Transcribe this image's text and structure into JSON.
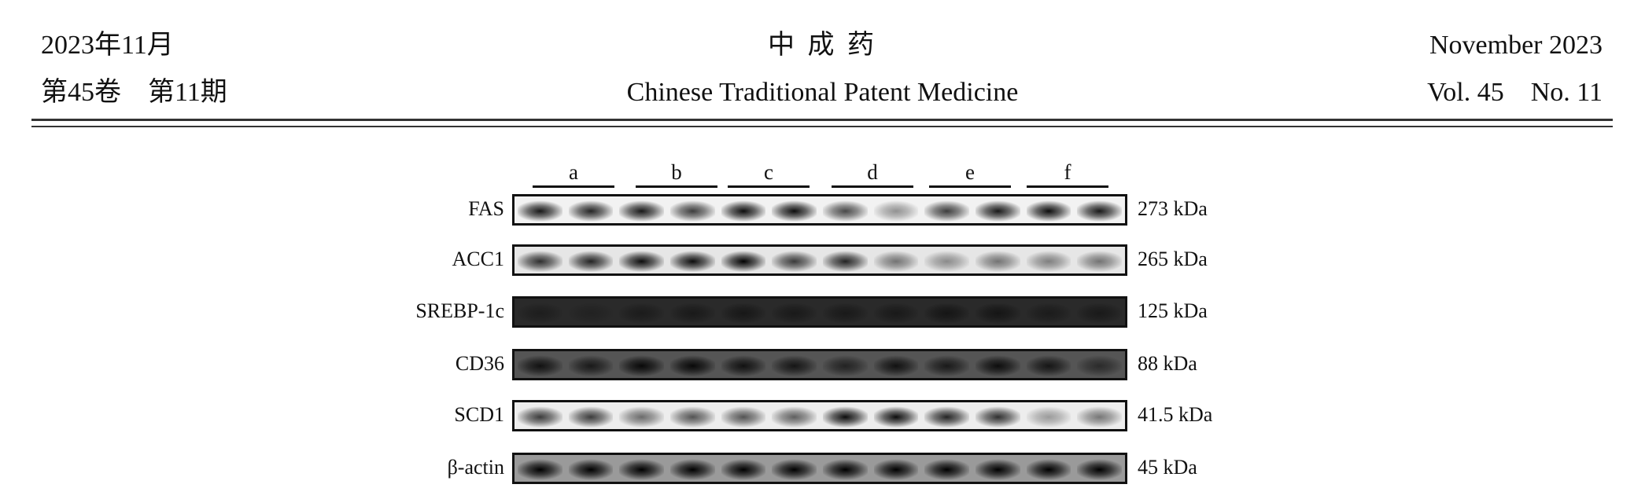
{
  "header": {
    "left_line1": "2023年11月",
    "left_line2": "第45卷　第11期",
    "center_line1": "中 成 药",
    "center_line2": "Chinese Traditional Patent Medicine",
    "right_line1": "November 2023",
    "right_line2": "Vol. 45　No. 11"
  },
  "figure": {
    "groups": [
      "a",
      "b",
      "c",
      "d",
      "e",
      "f"
    ],
    "rows": [
      {
        "protein": "FAS",
        "size": "273 kDa",
        "bg": "#f2f2f2",
        "band_intensity": [
          0.9,
          0.85,
          0.9,
          0.75,
          0.95,
          0.95,
          0.7,
          0.4,
          0.75,
          0.9,
          0.95,
          0.9
        ]
      },
      {
        "protein": "ACC1",
        "size": "265 kDa",
        "bg": "#e6e6e6",
        "band_intensity": [
          0.8,
          0.85,
          0.95,
          0.95,
          1.0,
          0.75,
          0.85,
          0.5,
          0.4,
          0.5,
          0.45,
          0.5
        ]
      },
      {
        "protein": "SREBP-1c",
        "size": "125 kDa",
        "bg": "#2a2a2a",
        "band_intensity": [
          0.3,
          0.2,
          0.35,
          0.4,
          0.45,
          0.4,
          0.4,
          0.4,
          0.5,
          0.5,
          0.35,
          0.4
        ]
      },
      {
        "protein": "CD36",
        "size": "88 kDa",
        "bg": "#555555",
        "band_intensity": [
          0.8,
          0.7,
          0.9,
          0.9,
          0.8,
          0.75,
          0.6,
          0.8,
          0.7,
          0.85,
          0.75,
          0.5
        ]
      },
      {
        "protein": "SCD1",
        "size": "41.5 kDa",
        "bg": "#ededed",
        "band_intensity": [
          0.75,
          0.75,
          0.55,
          0.65,
          0.65,
          0.6,
          0.95,
          0.95,
          0.85,
          0.8,
          0.35,
          0.5
        ]
      },
      {
        "protein": "β-actin",
        "size": "45 kDa",
        "bg": "#9a9a9a",
        "band_intensity": [
          1,
          1,
          1,
          1,
          1,
          1,
          1,
          1,
          1,
          1,
          1,
          1
        ]
      }
    ]
  }
}
